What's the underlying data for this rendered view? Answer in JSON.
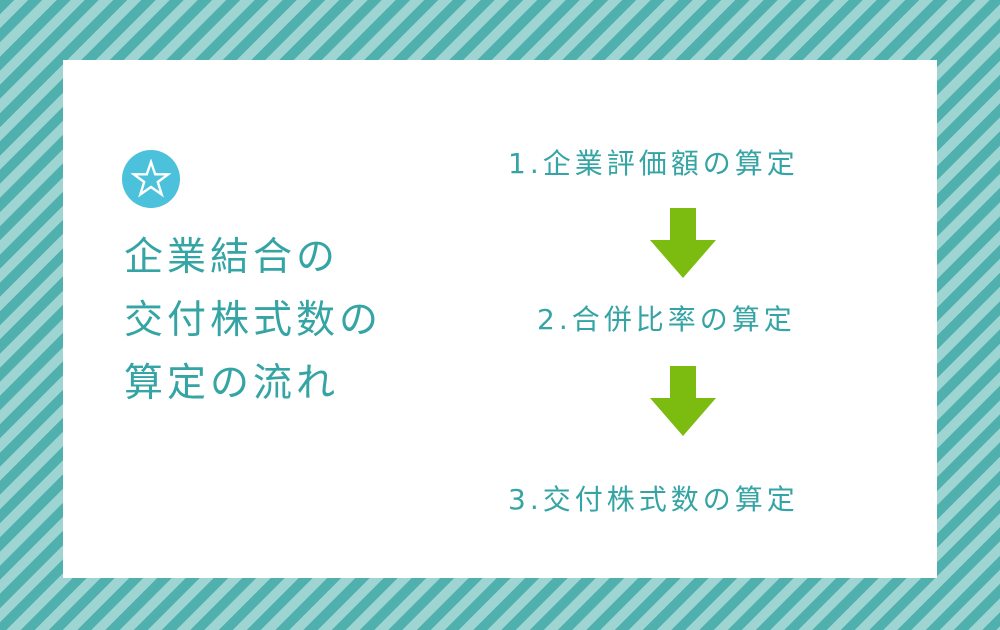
{
  "title_lines": [
    "企業結合の",
    "交付株式数の",
    "算定の流れ"
  ],
  "steps": [
    "1.企業評価額の算定",
    "2.合併比率の算定",
    "3.交付株式数の算定"
  ],
  "colors": {
    "text": "#35a4a4",
    "arrow": "#7cbc10",
    "badge": "#4bc1dc",
    "stripe_dark": "#4fb0ad",
    "stripe_light": "#9ed5d3",
    "panel": "#ffffff"
  },
  "icons": [
    "star-icon",
    "down-arrow-icon"
  ]
}
